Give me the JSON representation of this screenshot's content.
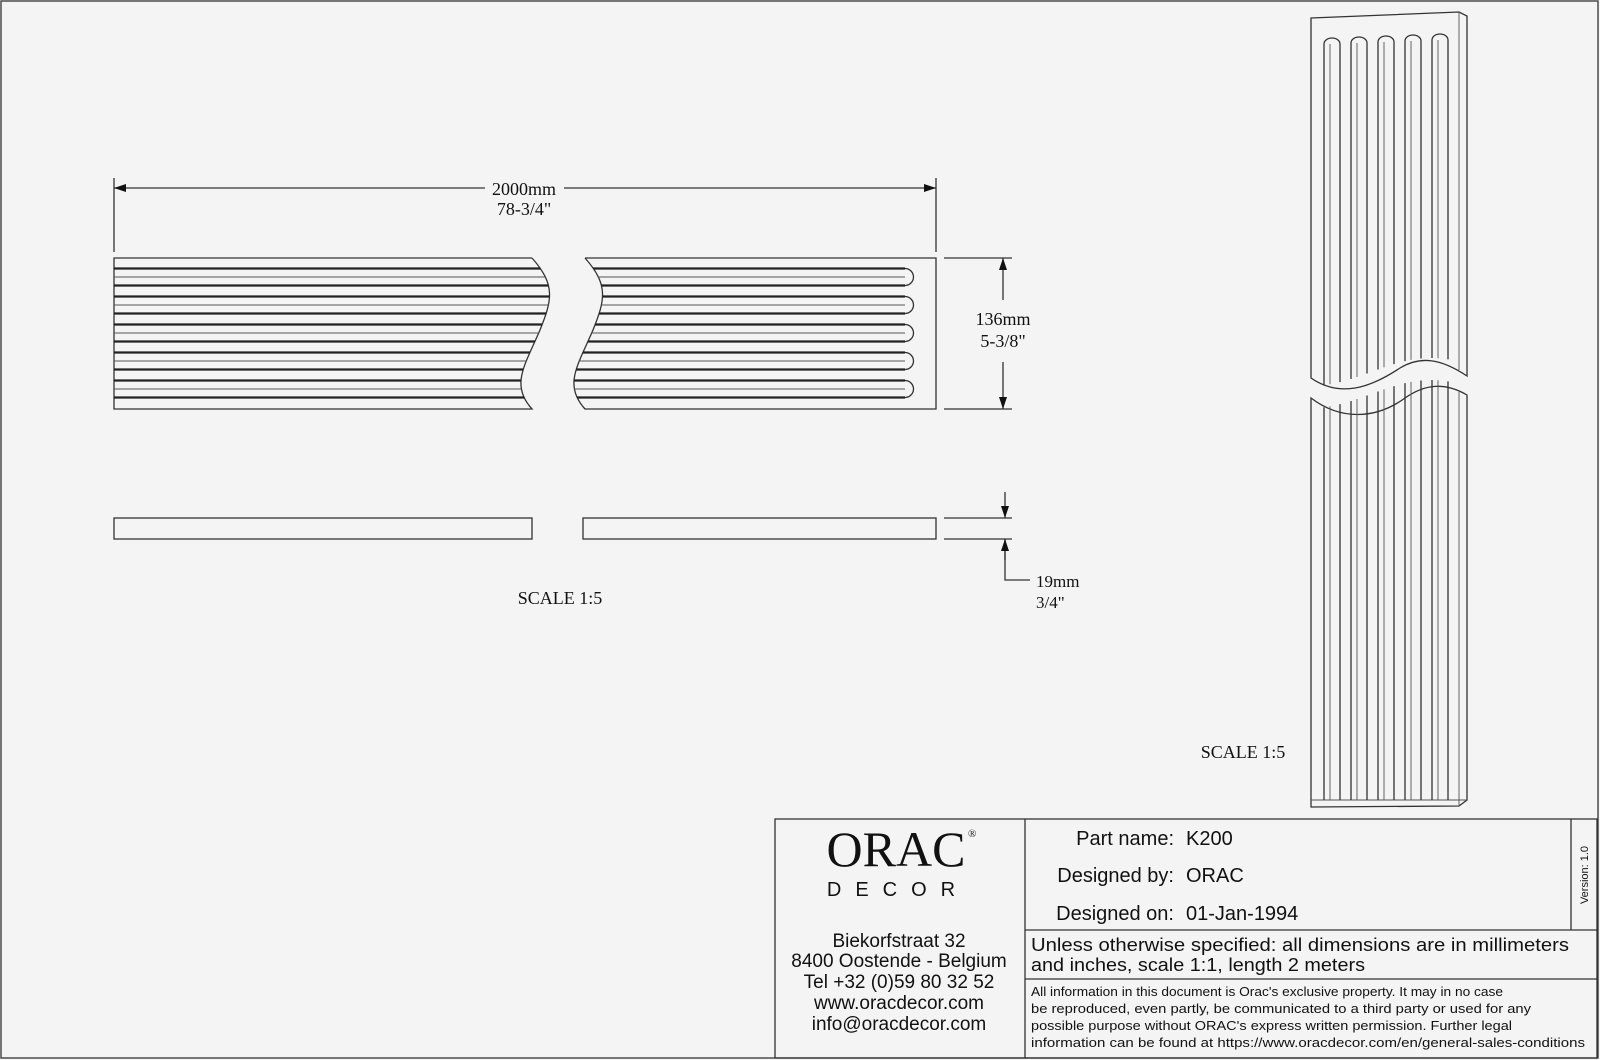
{
  "drawing": {
    "length_mm": "2000mm",
    "length_in": "78-3/4\"",
    "height_mm": "136mm",
    "height_in": "5-3/8\"",
    "thickness_mm": "19mm",
    "thickness_in": "3/4\"",
    "scale_front": "SCALE  1:5",
    "scale_iso": "SCALE  1:5",
    "flute_count": 5
  },
  "title_block": {
    "logo": {
      "brand": "ORAC",
      "sub": "DECOR",
      "registered": "®"
    },
    "address": [
      "Biekorfstraat 32",
      "8400 Oostende - Belgium",
      "Tel  +32 (0)59 80 32 52",
      "www.oracdecor.com",
      "info@oracdecor.com"
    ],
    "part_name_label": "Part name:",
    "part_name": "K200",
    "designed_by_label": "Designed by:",
    "designed_by": "ORAC",
    "designed_on_label": "Designed on:",
    "designed_on": "01-Jan-1994",
    "version": "Version: 1.0",
    "notes": [
      "Unless otherwise specified: all dimensions are in millimeters",
      "and inches, scale 1:1, length 2 meters"
    ],
    "legal": [
      "All information in this document is Orac's exclusive property.  It may in no case",
      "be reproduced, even partly, be communicated to a third party or used for any",
      "possible purpose without ORAC's express written permission. Further legal",
      "information can be found at https://www.oracdecor.com/en/general-sales-conditions"
    ]
  }
}
